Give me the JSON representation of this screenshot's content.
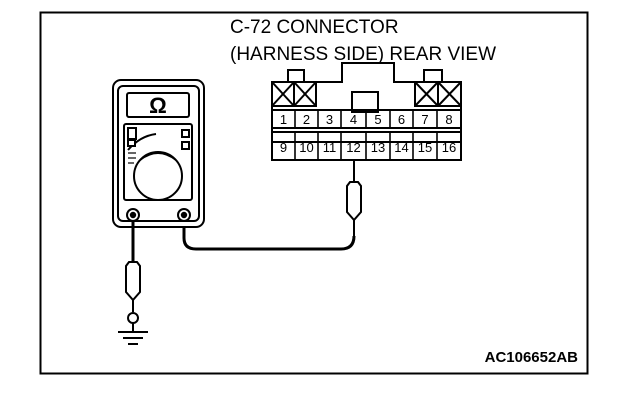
{
  "diagram": {
    "title_line1": "C-72 CONNECTOR",
    "title_line2": "(HARNESS SIDE) REAR VIEW",
    "meter_unit_symbol": "Ω",
    "figure_code": "AC106652AB",
    "connector": {
      "top_row": [
        "",
        "",
        "1",
        "2",
        "3",
        "4",
        "5",
        "6",
        "7",
        "8"
      ],
      "top_row_pins": [
        "1",
        "2",
        "3",
        "4",
        "5",
        "6",
        "7",
        "8"
      ],
      "bottom_row_pins": [
        "9",
        "10",
        "11",
        "12",
        "13",
        "14",
        "15",
        "16"
      ],
      "probed_pin": "12"
    }
  }
}
